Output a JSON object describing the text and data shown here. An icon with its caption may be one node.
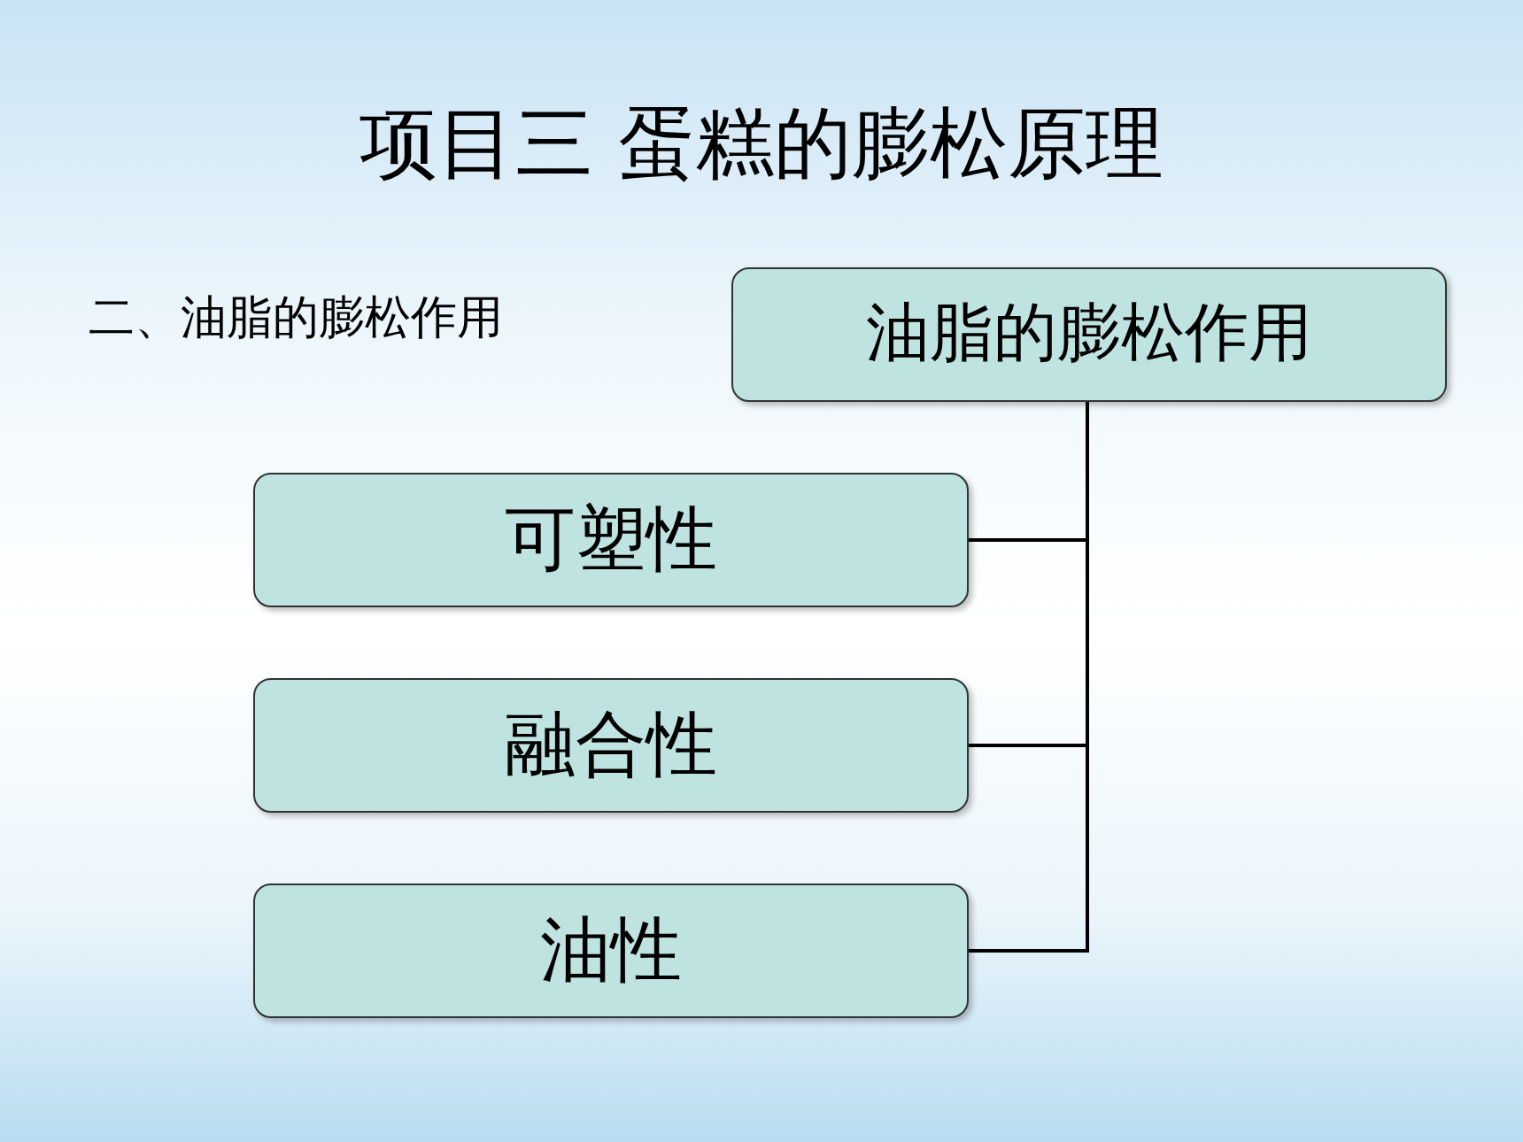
{
  "diagram": {
    "title": "项目三 蛋糕的膨松原理",
    "nodes": [
      {
        "text": [
          "油脂的膨松作用"
        ]
      },
      {
        "text": [
          "可塑性"
        ]
      },
      {
        "text": [
          "融合性"
        ]
      },
      {
        "text": [
          "油性"
        ]
      }
    ],
    "edges": [
      {
        "from": 0,
        "to": 1,
        "arrow": "none"
      },
      {
        "from": 0,
        "to": 2,
        "arrow": "none"
      },
      {
        "from": 0,
        "to": 3,
        "arrow": "none"
      }
    ],
    "labels": [
      "二、油脂的膨松作用"
    ]
  }
}
